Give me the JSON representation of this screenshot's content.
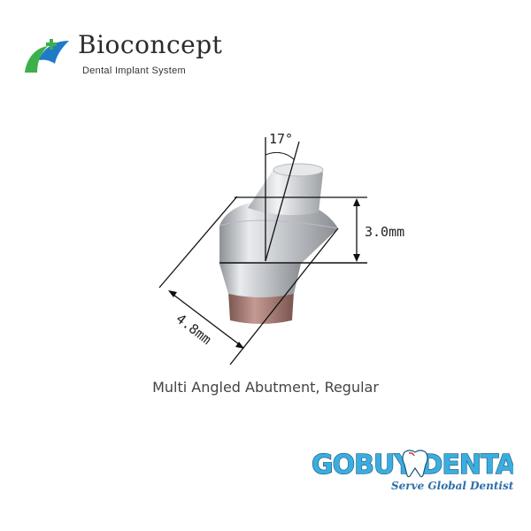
{
  "header": {
    "brand_name": "Bioconcept",
    "brand_tagline": "Dental Implant System",
    "logo_icon": "bioconcept-leaf-logo"
  },
  "figure": {
    "angle_label": "17°",
    "height_label": "3.0mm",
    "diameter_label": "4.8mm"
  },
  "product": {
    "name": "Multi Angled Abutment, Regular"
  },
  "seller": {
    "wordmark": "GOBUY DENTAL",
    "slogan": "Serve Global Dentists",
    "logo_icon": "tooth-icon"
  },
  "colors": {
    "brand_green": "#3cb04a",
    "brand_blue": "#1f7ac8",
    "seller_blue": "#3aaee0",
    "abutment_metal": "#c9ccd0",
    "abutment_base": "#a87a73"
  }
}
